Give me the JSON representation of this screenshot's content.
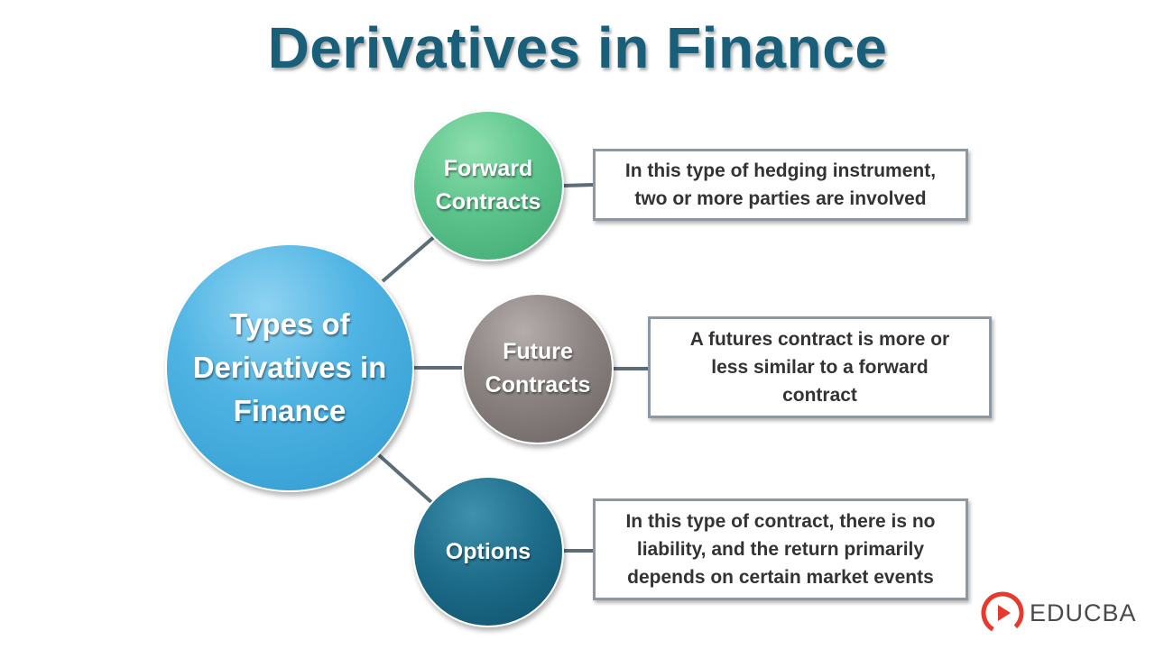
{
  "title": "Derivatives in Finance",
  "center": {
    "lines": [
      "Types of",
      "Derivatives in",
      "Finance"
    ]
  },
  "nodes": [
    {
      "label_lines": [
        "Forward",
        "Contracts"
      ],
      "description_lines": [
        "In this type of hedging instrument,",
        "two or more parties are involved"
      ],
      "color": "#5cc48c"
    },
    {
      "label_lines": [
        "Future",
        "Contracts"
      ],
      "description_lines": [
        "A futures contract is more or",
        "less similar to a forward",
        "contract"
      ],
      "color": "#8c8482"
    },
    {
      "label_lines": [
        "Options"
      ],
      "description_lines": [
        "In this type of contract, there is no",
        "liability, and the return primarily",
        "depends on certain market events"
      ],
      "color": "#1e6e8c"
    }
  ],
  "center_color": "#3aa6da",
  "title_color": "#1a5f7a",
  "logo": {
    "text": "EDUCBA",
    "icon": "educba-logo-icon",
    "color": "#e8392e"
  }
}
